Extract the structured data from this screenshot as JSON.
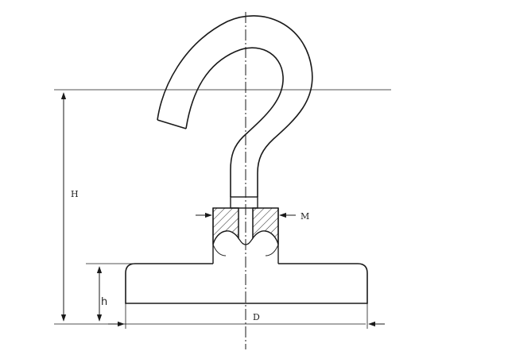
{
  "diagram": {
    "labels": {
      "H": "H",
      "h": "h",
      "D": "D",
      "M": "M"
    },
    "colors": {
      "line": "#1a1a1a",
      "hatch": "#333333"
    }
  }
}
